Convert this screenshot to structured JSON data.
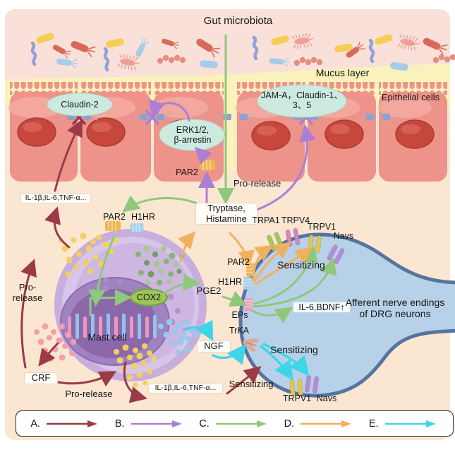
{
  "header": {
    "title": "Gut microbiota"
  },
  "mucus": {
    "label": "Mucus layer"
  },
  "epithelium": {
    "label": "Epithelial cells",
    "claudin2": "Claudin-2",
    "erk_line1": "ERK1/2,",
    "erk_line2": "β-arrestin",
    "jam_line1": "JAM-A，Claudin-1、",
    "jam_line2": "3、5",
    "par2": "PAR2"
  },
  "signals": {
    "pro_release_mid": "Pro-release",
    "tryptase_line1": "Tryptase,",
    "tryptase_line2": "Histamine",
    "cytokines_top": "IL-1β,IL-6,TNF-α...",
    "cytokines_bottom": "IL-1β,IL-6,TNF-α...",
    "pge2": "PGE2",
    "ngf": "NGF",
    "crf": "CRF",
    "pro_release_left_line1": "Pro-",
    "pro_release_left_line2": "release",
    "pro_release_bottom": "Pro-release",
    "sensitizing_red": "Sensitizing",
    "il6_bdnf": "IL-6,BDNF↑"
  },
  "mast_cell": {
    "label": "Mast cell",
    "par2": "PAR2",
    "h1hr": "H1HR",
    "cox2": "COX2"
  },
  "nerve": {
    "label_line1": "Afferent nerve endings",
    "label_line2": "of DRG neurons",
    "sensitizing_top": "Sensitizing",
    "sensitizing_bottom": "Sensitizing",
    "channels_top": {
      "trpa1": "TRPA1",
      "trpv4": "TRPV4",
      "trpv1": "TRPV1",
      "navs": "Navs"
    },
    "channels_bottom": {
      "trpv1": "TRPV1",
      "navs": "Navs"
    },
    "receptors": {
      "par2": "PAR2",
      "h1hr": "H1HR",
      "eps": "EPs",
      "trka": "TrKA"
    }
  },
  "legend": {
    "items": [
      {
        "label": "A.",
        "color": "#9c3a47"
      },
      {
        "label": "B.",
        "color": "#ab7fd6"
      },
      {
        "label": "C.",
        "color": "#8fc87a"
      },
      {
        "label": "D.",
        "color": "#f2b05e"
      },
      {
        "label": "E.",
        "color": "#3fd5e8"
      }
    ]
  },
  "palette": {
    "background": "#fbe6d2",
    "mucus": "#faf2bb",
    "epithelial_cell": "#ee938a",
    "cell_nucleus": "#c7473c",
    "tight_junction": "#8aa2d2",
    "oval_fill": "#cdeae1",
    "mast_cell_body": "#c8aedd",
    "mast_nucleus": "#a082c0",
    "nerve_fill": "#b7d2e8",
    "nerve_border": "#55749f"
  }
}
